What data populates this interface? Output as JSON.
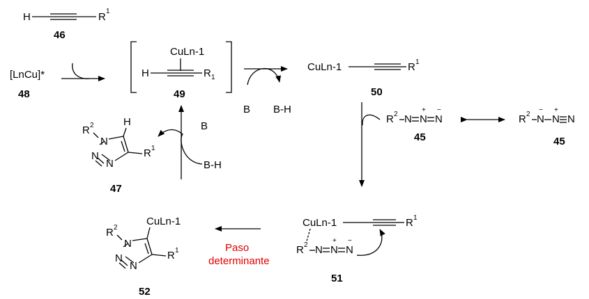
{
  "labels": {
    "c46": "46",
    "c48": "48",
    "c49": "49",
    "c50": "50",
    "c45a": "45",
    "c45b": "45",
    "c47": "47",
    "c51": "51",
    "c52": "52"
  },
  "atoms": {
    "h": "H",
    "r": "R",
    "sup1": "1",
    "sup2": "2",
    "sub1": "1",
    "n": "N",
    "lncu_star": "[LnCu]*",
    "culn": "CuLn-1",
    "base": "B",
    "base_h": "B-H",
    "plus": "+",
    "minus": "−"
  },
  "step_label": {
    "line1": "Paso",
    "line2": "determinante",
    "color": "#e00000"
  }
}
